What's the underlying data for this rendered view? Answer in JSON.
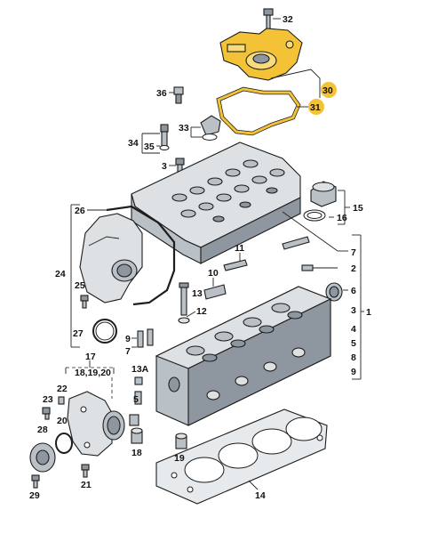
{
  "labels": {
    "l32": "32",
    "l30": "30",
    "l31": "31",
    "l36": "36",
    "l33": "33",
    "l34": "34",
    "l35": "35",
    "l3a": "3",
    "l15": "15",
    "l16": "16",
    "l26": "26",
    "l7": "7",
    "l2": "2",
    "l11": "11",
    "l10": "10",
    "l24": "24",
    "l25": "25",
    "l13": "13",
    "l12": "12",
    "l6": "6",
    "l3b": "3",
    "l1": "1",
    "l4": "4",
    "l5": "5",
    "l8": "8",
    "l9r": "9",
    "l27": "27",
    "l9": "9",
    "l7b": "7",
    "l17": "17",
    "l181920": "18,19,20",
    "l13a": "13A",
    "l22": "22",
    "l23": "23",
    "l5b": "5",
    "l20": "20",
    "l28": "28",
    "l18": "18",
    "l19": "19",
    "l21": "21",
    "l14": "14",
    "l29": "29"
  },
  "highlight_color": "#f3c236",
  "highlighted_parts": [
    "30",
    "31"
  ]
}
